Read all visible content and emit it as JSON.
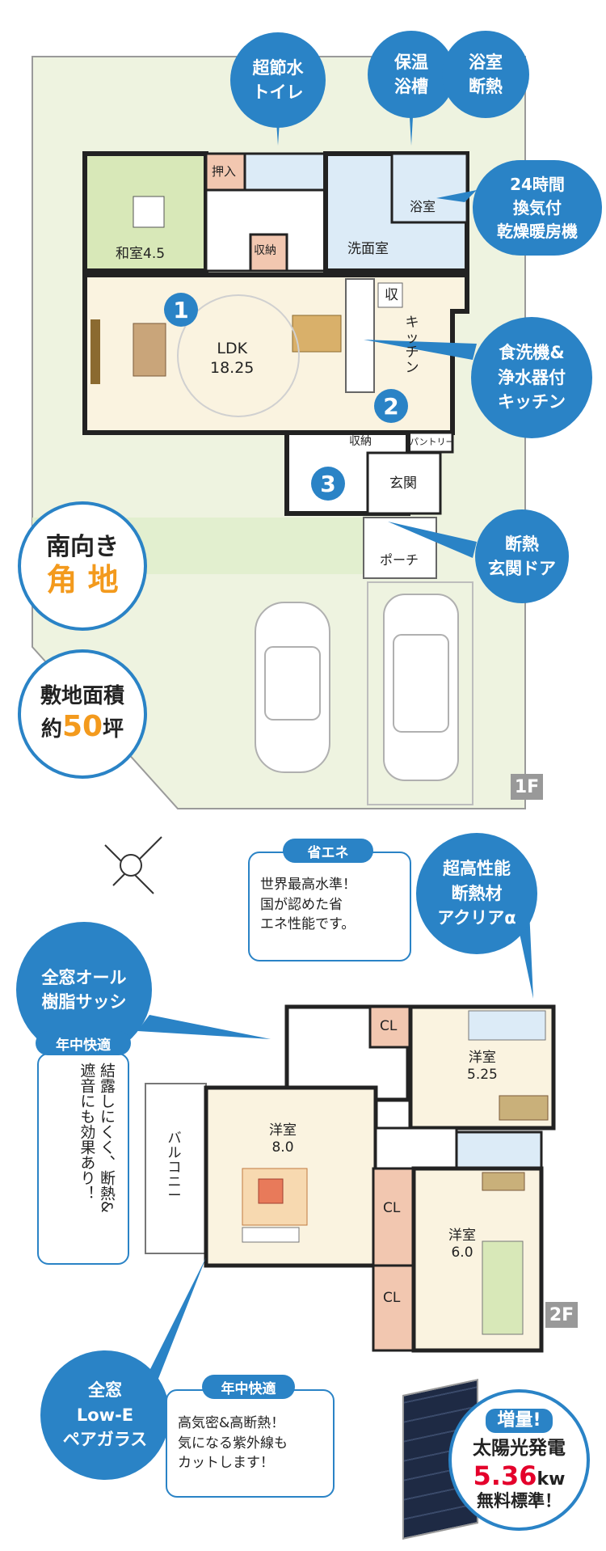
{
  "bubbles": {
    "toilet": "超節水\nトイレ",
    "tub": "保温\n浴槽",
    "bath_insulation": "浴室\n断熱",
    "ventilation": "24時間\n換気付\n乾燥暖房機",
    "kitchen": "食洗機&\n浄水器付\nキッチン",
    "door": "断熱\n玄関ドア",
    "insulation": "超高性能\n断熱材\nアクリアα",
    "resin_sash": "全窓オール\n樹脂サッシ",
    "lowe": "全窓\nLow-E\nペアガラス"
  },
  "features": {
    "corner_lot_line1": "南向き",
    "corner_lot_line2": "角 地",
    "area_line1": "敷地面積",
    "area_prefix": "約",
    "area_number": "50",
    "area_suffix": "坪"
  },
  "floor1": {
    "washitsu": "和室4.5",
    "oshiire": "押入",
    "storage": "収納",
    "bathroom": "浴室",
    "washroom": "洗面室",
    "ldk": "LDK\n18.25",
    "shu": "収",
    "kitchen": "キッチン",
    "pantry": "パントリー",
    "storage2": "収納",
    "entrance": "玄関",
    "porch": "ポーチ",
    "floor_tag": "1F",
    "markers": [
      "1",
      "2",
      "3"
    ]
  },
  "floor2": {
    "room_a": "洋室\n5.25",
    "room_b": "洋室\n8.0",
    "room_c": "洋室\n6.0",
    "balcony": "バルコニー",
    "cl": "CL",
    "floor_tag": "2F"
  },
  "eco_box": {
    "tag": "省エネ",
    "text": "世界最高水準！\n国が認めた省\nエネ性能です。"
  },
  "comfort_box": {
    "tag": "年中快適",
    "text": "結露しにくく、断熱&\n遮音にも効果あり！"
  },
  "comfort_box2": {
    "tag": "年中快適",
    "text": "高気密&高断熱！\n気になる紫外線も\nカットします！"
  },
  "solar": {
    "tag": "増量!",
    "line1": "太陽光発電",
    "value": "5.36",
    "unit": "kw",
    "line3": "無料標準！"
  },
  "colors": {
    "accent": "#2a83c6",
    "orange": "#f39a1d",
    "red": "#e4002b",
    "lot": "#eef3e0",
    "tatami": "#d8e8b8",
    "wet": "#dcebf7",
    "wood": "#faf3e0",
    "closet": "#f2c7b0"
  }
}
